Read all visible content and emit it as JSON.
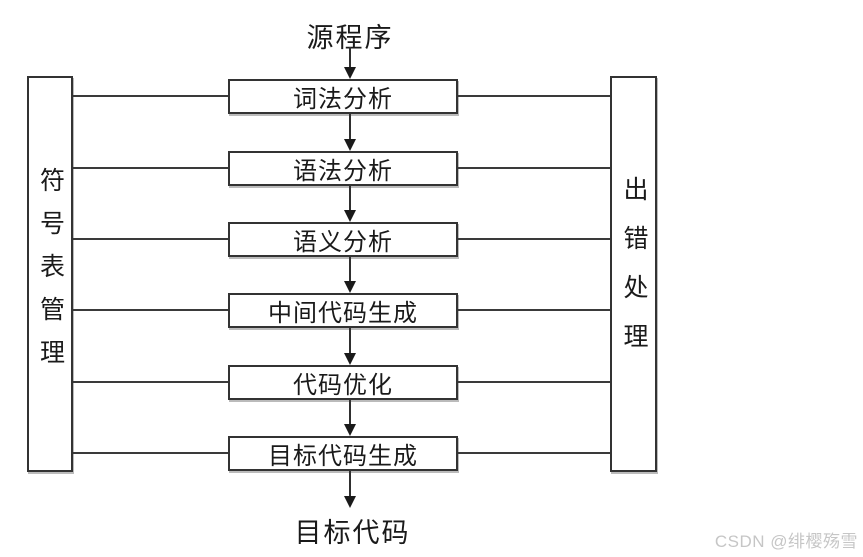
{
  "diagram": {
    "source_label": "源程序",
    "target_label": "目标代码",
    "stages": [
      {
        "label": "词法分析"
      },
      {
        "label": "语法分析"
      },
      {
        "label": "语义分析"
      },
      {
        "label": "中间代码生成"
      },
      {
        "label": "代码优化"
      },
      {
        "label": "目标代码生成"
      }
    ],
    "left_panel": {
      "label": "符号表管理"
    },
    "right_panel": {
      "label": "出错处理"
    },
    "colors": {
      "line": "#333333",
      "text": "#1a1a1a",
      "background": "#ffffff",
      "watermark": "#c6c6c6"
    }
  },
  "watermark": {
    "text": "CSDN @绯樱殇雪"
  }
}
